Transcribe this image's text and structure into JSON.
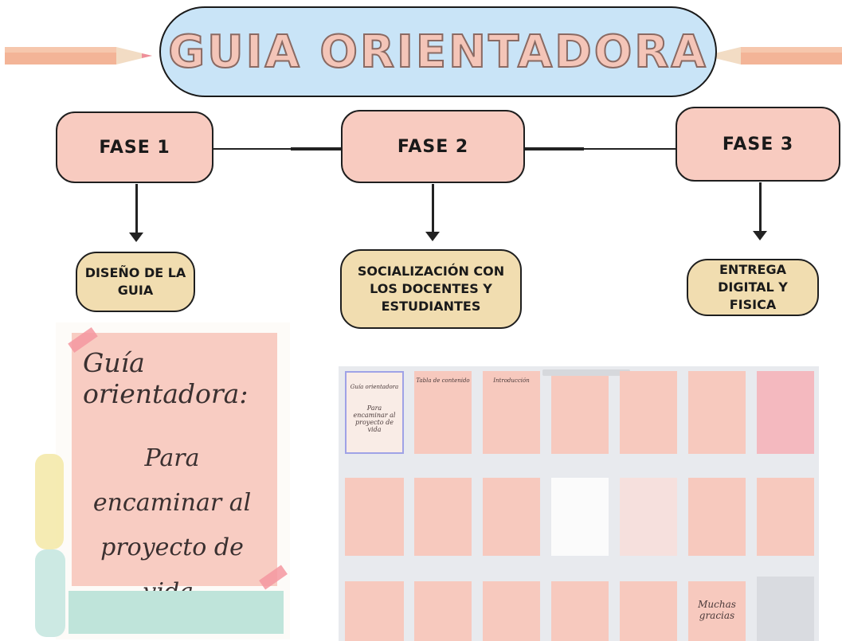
{
  "title": "GUIA ORIENTADORA",
  "phases": [
    {
      "label": "FASE 1",
      "step": "DISEÑO DE LA GUIA"
    },
    {
      "label": "FASE 2",
      "step": "SOCIALIZACIÓN CON LOS DOCENTES Y ESTUDIANTES"
    },
    {
      "label": "FASE 3",
      "step": "ENTREGA DIGITAL Y FISICA"
    }
  ],
  "cover": {
    "title": "Guía orientadora:",
    "subtitle": "Para encaminar al proyecto de vida."
  },
  "thumbnails": [
    {
      "heading": "Guía orientadora",
      "body": "Para encaminar al proyecto de vida"
    },
    {
      "heading": "Tabla de contenido"
    },
    {
      "heading": "Introducción"
    },
    {
      "heading": ""
    },
    {
      "heading": ""
    },
    {
      "heading": ""
    },
    {
      "heading": ""
    },
    {
      "heading": ""
    },
    {
      "heading": ""
    },
    {
      "heading": ""
    },
    {
      "heading": ""
    },
    {
      "heading": ""
    },
    {
      "heading": ""
    },
    {
      "heading": ""
    },
    {
      "heading": ""
    },
    {
      "heading": ""
    },
    {
      "heading": ""
    },
    {
      "heading": ""
    },
    {
      "heading": ""
    },
    {
      "heading": "Muchas gracias"
    },
    {
      "heading": ""
    }
  ],
  "colors": {
    "title_fill": "#c9e4f7",
    "phase_fill": "#f8cbc0",
    "step_fill": "#f1ddb0",
    "page_pink": "#f7c9be"
  }
}
